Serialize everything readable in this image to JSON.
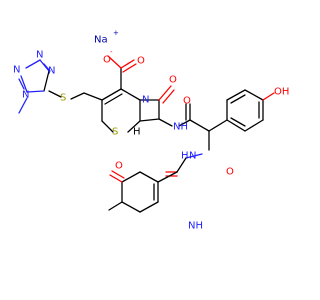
{
  "molecule": {
    "atoms": {
      "sodium": "Na",
      "sodium_charge": "+",
      "carboxylate_o_single": "O",
      "carboxylate_o_minus": "-",
      "carboxylate_o_double": "O",
      "lactam_o": "O",
      "amide_o": "O",
      "pyridone_amide_o": "O",
      "pyridone_o": "O",
      "hydroxyl": "OH",
      "ring_n_lactam": "N",
      "amide_nh": "NH",
      "amide_nh_left": "H",
      "amide_nh_n": "N",
      "ring_nh": "NH",
      "ring_s": "S",
      "thio_s": "S",
      "tetrazole_n1": "N",
      "tetrazole_n2": "N",
      "tetrazole_n3": "N",
      "tetrazole_n4": "N",
      "stereo_h": "H"
    },
    "colors": {
      "carbon": "#000000",
      "nitrogen": "#2222ff",
      "oxygen": "#ff0000",
      "sulfur": "#999900",
      "sodium": "#0000aa"
    }
  }
}
